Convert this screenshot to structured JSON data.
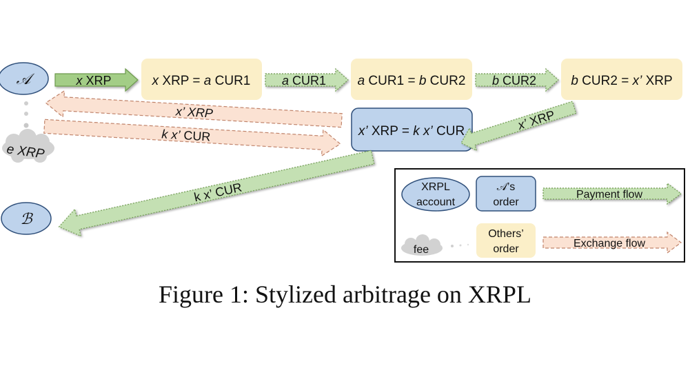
{
  "nodes": {
    "account_a": "𝒜",
    "account_b": "ℬ",
    "fee_cloud": "e XRP",
    "order1": [
      "x",
      " XRP = ",
      "a",
      " CUR1"
    ],
    "order2": [
      "a",
      " CUR1 = ",
      "b",
      " CUR2"
    ],
    "order3": [
      "b",
      " CUR2 = ",
      "x’",
      " XRP"
    ],
    "order_a": [
      "x’",
      " XRP = ",
      "k x’",
      " CUR"
    ]
  },
  "flows": {
    "pay1": [
      "x",
      " XRP"
    ],
    "pay2": [
      "a",
      " CUR1"
    ],
    "pay3": [
      "b",
      " CUR2"
    ],
    "pay4": [
      "x’",
      " XRP"
    ],
    "pay5": "k x’ CUR",
    "exch_back": "x’ XRP",
    "exch_fwd": [
      "k x’",
      " CUR"
    ]
  },
  "legend": {
    "xrpl_account": [
      "XRPL",
      "account"
    ],
    "a_order": [
      "𝒜’s",
      "order"
    ],
    "payment_flow": "Payment flow",
    "fee": "fee",
    "others_order": [
      "Others’",
      "order"
    ],
    "exchange_flow": "Exchange flow"
  },
  "colors": {
    "account_fill": "#bed3ec",
    "order_fill": "#fbefc8",
    "a_order_fill": "#bed3ec",
    "payment_fill": "#c4e0b3",
    "payment_dark": "#a3cd86",
    "payment_stroke": "#6d9a4d",
    "exchange_fill": "#fbe2d3",
    "exchange_stroke": "#c0836a",
    "cloud_fill": "#d2d2d2"
  },
  "caption": "Figure 1: Stylized arbitrage on XRPL"
}
